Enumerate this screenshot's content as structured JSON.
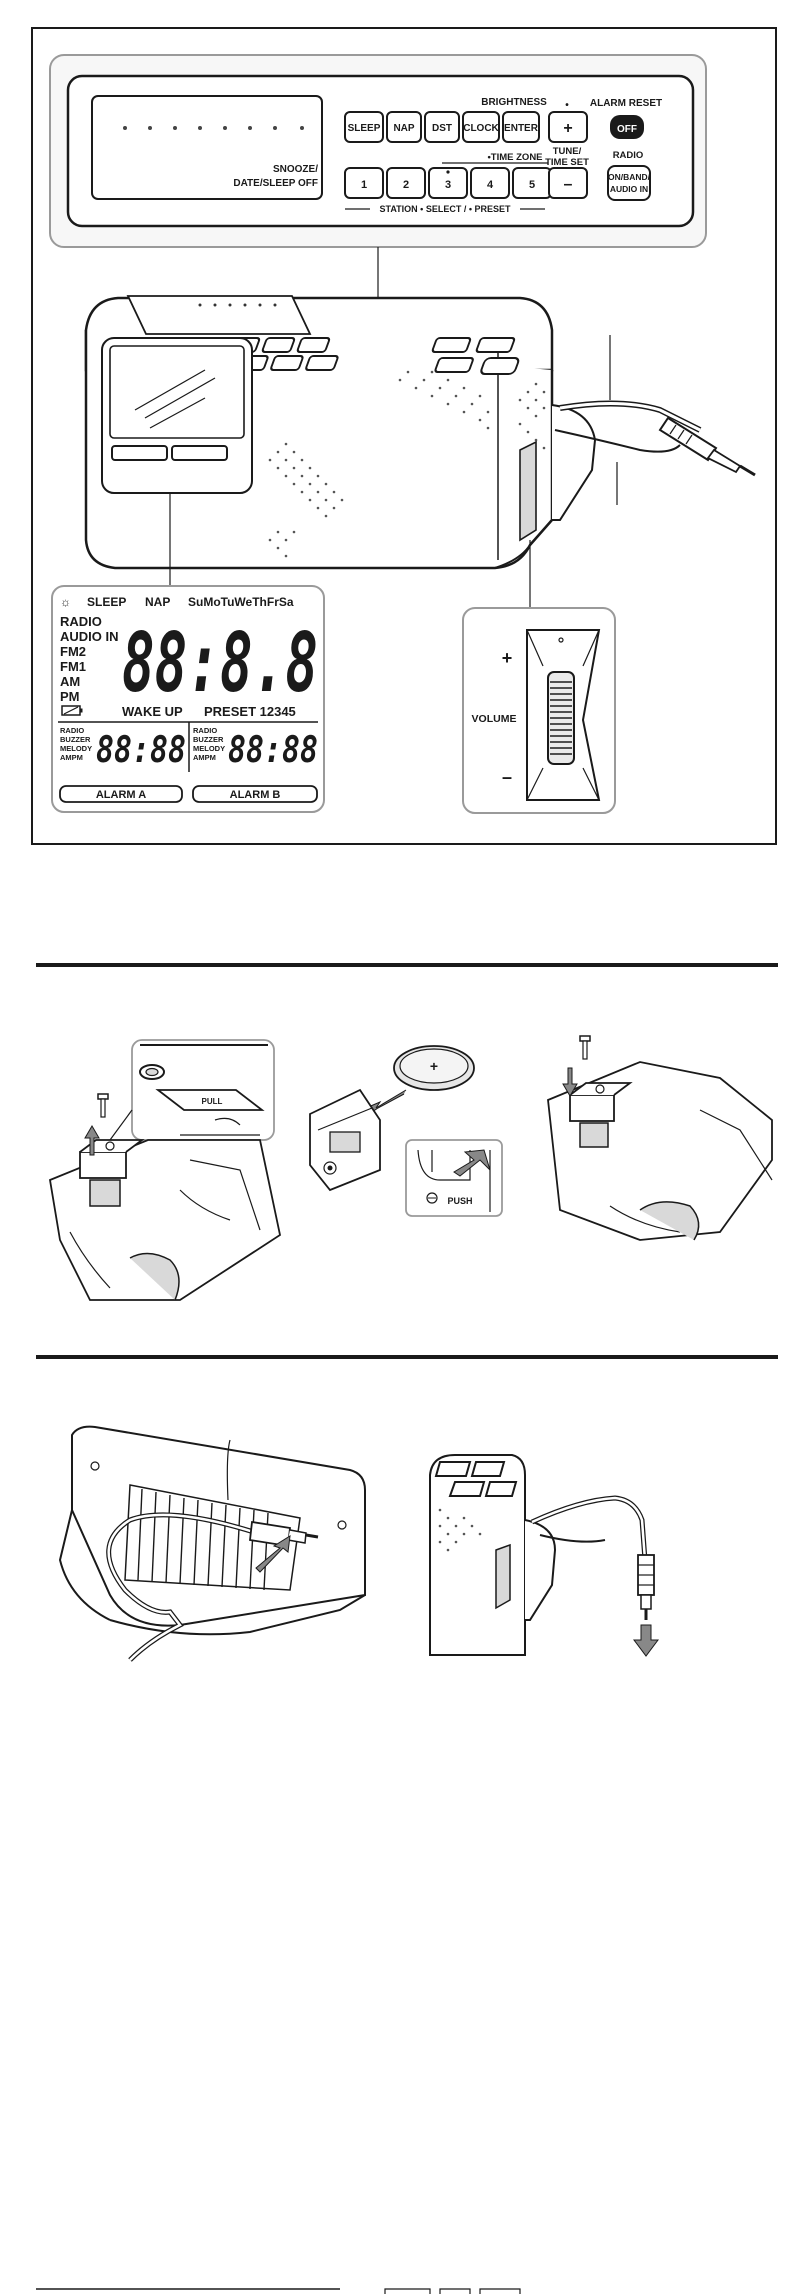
{
  "panel": {
    "snooze_label_1": "SNOOZE/",
    "snooze_label_2": "DATE/SLEEP OFF",
    "brightness": "BRIGHTNESS",
    "alarm_reset": "ALARM RESET",
    "plus": "+",
    "minus": "–",
    "off": "OFF",
    "time_zone": "•TIME ZONE",
    "tune_1": "TUNE/",
    "tune_2": "TIME SET",
    "radio": "RADIO",
    "radio_btn_1": "ON/BAND/",
    "radio_btn_2": "AUDIO IN",
    "station_select": "STATION • SELECT / • PRESET",
    "top_buttons": [
      "SLEEP",
      "NAP",
      "DST",
      "CLOCK",
      "ENTER"
    ],
    "preset_buttons": [
      "1",
      "2",
      "3",
      "4",
      "5"
    ]
  },
  "lcd": {
    "sleep": "SLEEP",
    "nap": "NAP",
    "days": "SuMoTuWeThFrSa",
    "sources": [
      "RADIO",
      "AUDIO IN",
      "FM2",
      "FM1",
      "AM",
      "PM"
    ],
    "big_digits": "88:8.8",
    "wake_up": "WAKE UP",
    "preset": "PRESET 12345",
    "alarm_sources": [
      "RADIO",
      "BUZZER",
      "MELODY",
      "AMPM"
    ],
    "small_digits": "88:88",
    "alarm_a": "ALARM A",
    "alarm_b": "ALARM B"
  },
  "volume": {
    "plus": "+",
    "label": "VOLUME",
    "minus": "–"
  },
  "battery": {
    "pull": "PULL",
    "push": "PUSH",
    "coin": "+"
  }
}
